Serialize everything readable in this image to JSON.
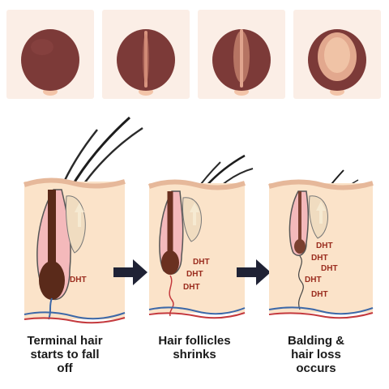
{
  "head_stages": [
    {
      "name": "stage-normal"
    },
    {
      "name": "stage-mild-thinning"
    },
    {
      "name": "stage-moderate-thinning"
    },
    {
      "name": "stage-advanced-thinning"
    }
  ],
  "follicle_stages": [
    {
      "dht_labels": [
        "DHT"
      ],
      "caption_lines": [
        "Terminal hair",
        "starts to fall",
        "off"
      ]
    },
    {
      "dht_labels": [
        "DHT",
        "DHT",
        "DHT"
      ],
      "caption_lines": [
        "Hair follicles",
        "shrinks"
      ]
    },
    {
      "dht_labels": [
        "DHT",
        "DHT",
        "DHT",
        "DHT",
        "DHT"
      ],
      "caption_lines": [
        "Balding &",
        "hair loss",
        "occurs"
      ]
    }
  ],
  "colors": {
    "hair": "#7c3a38",
    "scalp": "#f3c4a8",
    "skin": "#fbe3c9",
    "dht": "#9a2c1e",
    "arrow": "#1f2235",
    "vein_blue": "#3c68a8",
    "vein_red": "#c4393d"
  }
}
